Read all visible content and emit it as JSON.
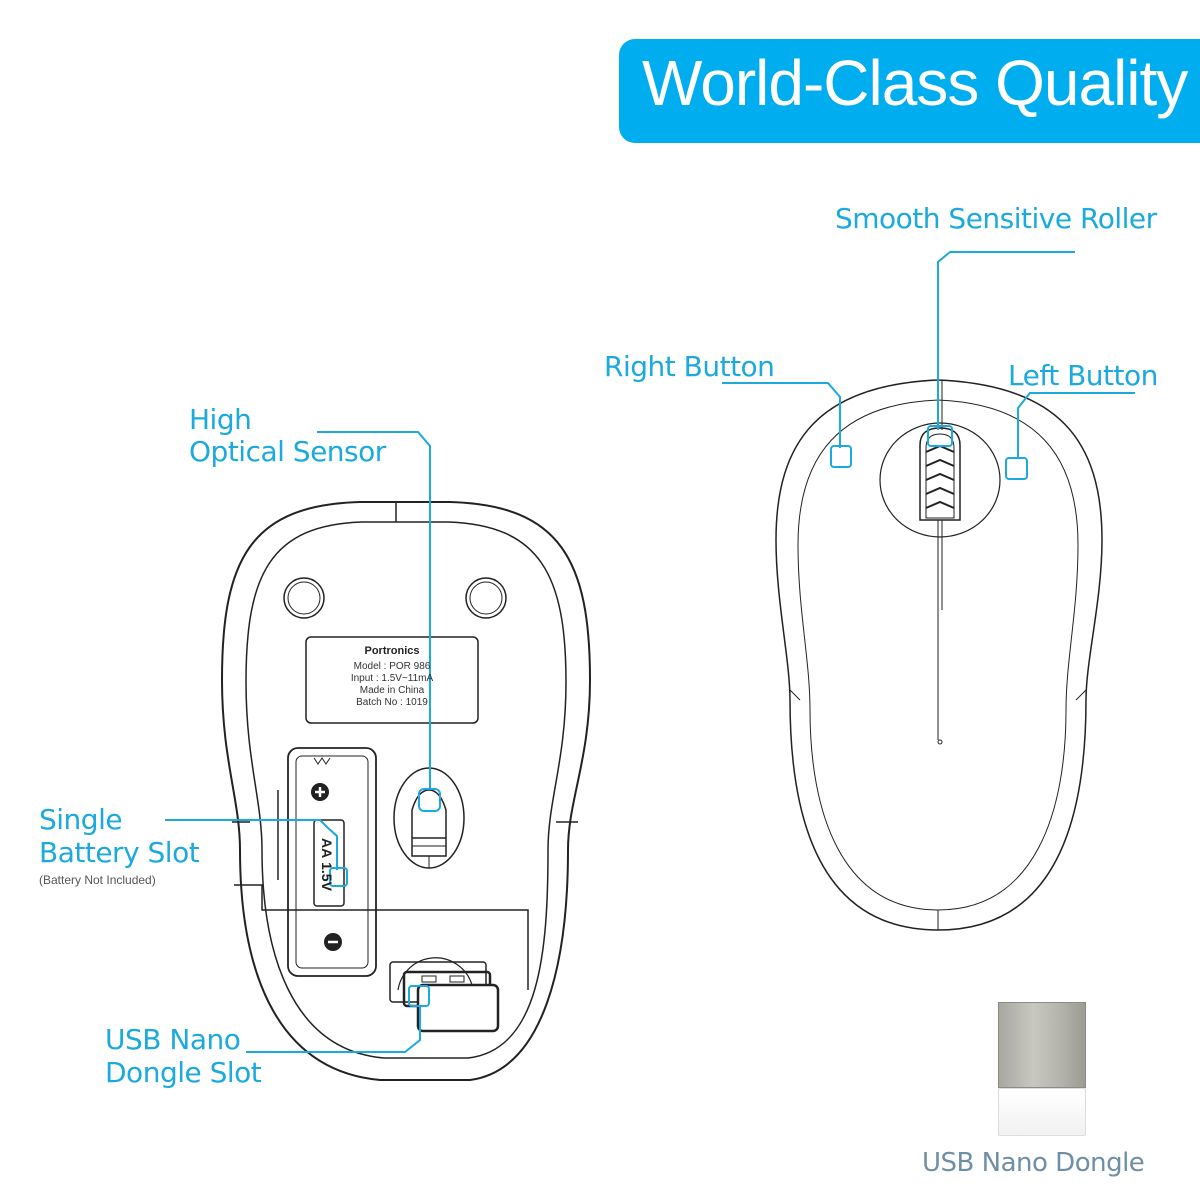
{
  "banner": {
    "title": "World-Class Quality",
    "color": "#00aeef"
  },
  "labels": {
    "roller": "Smooth Sensitive Roller",
    "right_button": "Right Button",
    "left_button": "Left Button",
    "sensor_line1": "High",
    "sensor_line2": "Optical Sensor",
    "battery_line1": "Single",
    "battery_line2": "Battery Slot",
    "battery_note": "(Battery Not Included)",
    "dongle_slot_line1": "USB Nano",
    "dongle_slot_line2": "Dongle Slot",
    "dongle_caption": "USB Nano Dongle"
  },
  "sticker": {
    "brand": "Portronics",
    "model": "Model : POR 986",
    "input": "Input : 1.5V~11mA",
    "origin": "Made in China",
    "batch": "Batch No : 1019"
  },
  "battery": {
    "type": "AA",
    "voltage": "1.5V",
    "plus": "+",
    "minus": "−"
  },
  "colors": {
    "accent": "#1ba9de",
    "line": "#222222",
    "caption": "#6f8fa6"
  }
}
